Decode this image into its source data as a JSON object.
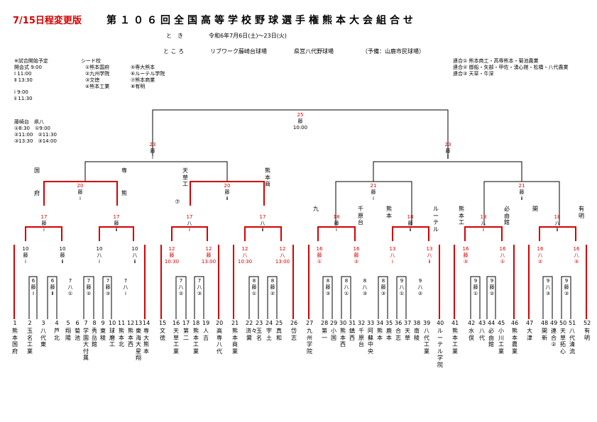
{
  "header": {
    "revision": "7/15日程変更版",
    "title": "第１０６回全国高等学校野球選手権熊本大会組合せ",
    "date_label": "と　き",
    "date_value": "令和6年7月6日(土)～23日(火)",
    "place_label": "と こ ろ",
    "venue1": "リブワーク藤崎台球場",
    "venue2": "県営八代野球場",
    "venue3": "（予備：山鹿市民球場）"
  },
  "schedule_notes": [
    "※試合開始予定",
    "開会式 9:00",
    "Ⅰ  11:00",
    "Ⅱ  13:30",
    "ⅰ  9:00",
    "ⅱ 11:30"
  ],
  "venue_times": [
    "藤崎台　県八",
    "①8:30　①9:00",
    "②11:00　②11:30",
    "③13:30　③14:00"
  ],
  "seeds_title": "シード校",
  "seeds": [
    "①熊本国府",
    "②九州学院",
    "③文徳",
    "④熊本工業",
    "⑤専大熊本",
    "⑥ルーテル学院",
    "⑦熊本商業",
    "⑧有明"
  ],
  "combined_teams": [
    "連合① 熊本商工・高専熊本・菊池農業",
    "連合② 御船・矢部・甲佐・湧心館・松橋・八代農業",
    "連合③ 天草・牛深"
  ],
  "final": {
    "no": "25",
    "venue": "藤",
    "time": "10:00"
  },
  "semis": [
    {
      "no": "23",
      "venue": "藤",
      "slot": "ⅰ"
    },
    {
      "no": "23",
      "venue": "藤",
      "slot": "ⅱ"
    }
  ],
  "teams": [
    {
      "n": "1",
      "name": "熊本国府"
    },
    {
      "n": "2",
      "name": "玉名工業"
    },
    {
      "n": "3",
      "name": "八代東"
    },
    {
      "n": "4",
      "name": "芦北"
    },
    {
      "n": "5",
      "name": "翔陽"
    },
    {
      "n": "6",
      "name": "菊池"
    },
    {
      "n": "7",
      "name": "学園大付属"
    },
    {
      "n": "8",
      "name": "秀岳館"
    },
    {
      "n": "9",
      "name": "東稜"
    },
    {
      "n": "10",
      "name": "球磨工"
    },
    {
      "n": "11",
      "name": "熊本北"
    },
    {
      "n": "12",
      "name": "熊本西"
    },
    {
      "n": "13",
      "name": "東海大星翔"
    },
    {
      "n": "14",
      "name": "専大熊本"
    },
    {
      "n": "15",
      "name": "文徳"
    },
    {
      "n": "16",
      "name": "天草工業"
    },
    {
      "n": "17",
      "name": "第二"
    },
    {
      "n": "18",
      "name": "熊本工業"
    },
    {
      "n": "19",
      "name": "人吉"
    },
    {
      "n": "20",
      "name": "高専八代"
    },
    {
      "n": "21",
      "name": "熊本商業"
    },
    {
      "n": "22",
      "name": "済々黌"
    },
    {
      "n": "23",
      "name": "玉名"
    },
    {
      "n": "24",
      "name": "宇土"
    },
    {
      "n": "25",
      "name": "真和"
    },
    {
      "n": "26",
      "name": "岱志"
    },
    {
      "n": "27",
      "name": "九州学院"
    },
    {
      "n": "28",
      "name": "第一"
    },
    {
      "n": "29",
      "name": "小国"
    },
    {
      "n": "30",
      "name": "熊本西"
    },
    {
      "n": "31",
      "name": "鎮西"
    },
    {
      "n": "32",
      "name": "千原台"
    },
    {
      "n": "33",
      "name": "阿蘇中央"
    },
    {
      "n": "34",
      "name": "熊本"
    },
    {
      "n": "35",
      "name": "鹿本"
    },
    {
      "n": "36",
      "name": "合志"
    },
    {
      "n": "37",
      "name": "天草"
    },
    {
      "n": "38",
      "name": "南稜"
    },
    {
      "n": "39",
      "name": "八代工業"
    },
    {
      "n": "40",
      "name": "ルーテル学院"
    },
    {
      "n": "41",
      "name": "熊本工業"
    },
    {
      "n": "42",
      "name": "水俣"
    },
    {
      "n": "43",
      "name": "八代"
    },
    {
      "n": "44",
      "name": "必由館"
    },
    {
      "n": "45",
      "name": "小川工業"
    },
    {
      "n": "46",
      "name": "熊本農業"
    },
    {
      "n": "47",
      "name": "大津"
    },
    {
      "n": "48",
      "name": "開新"
    },
    {
      "n": "49",
      "name": "連合②"
    },
    {
      "n": "50",
      "name": "天草拓心"
    },
    {
      "n": "51",
      "name": "八代清流"
    },
    {
      "n": "52",
      "name": "有明"
    }
  ],
  "winner_labels": [
    {
      "id": "w-a",
      "text": "国"
    },
    {
      "id": "w-b",
      "text": "専"
    },
    {
      "id": "w-c",
      "text": "天草工"
    },
    {
      "id": "w-d",
      "text": "熊本商"
    },
    {
      "id": "w-e",
      "text": "府"
    },
    {
      "id": "w-f",
      "text": "熊"
    },
    {
      "id": "w-g",
      "text": "⑦"
    },
    {
      "id": "w-h",
      "text": "九"
    },
    {
      "id": "w-i",
      "text": "千原台"
    },
    {
      "id": "w-j",
      "text": "熊本"
    },
    {
      "id": "w-k",
      "text": "ルーテル"
    },
    {
      "id": "w-l",
      "text": "熊本工"
    },
    {
      "id": "w-m",
      "text": "必由館"
    },
    {
      "id": "w-n",
      "text": "開"
    },
    {
      "id": "w-o",
      "text": "有明"
    }
  ],
  "qf": [
    {
      "no": "20",
      "venue": "藤",
      "slot": "ⅰ"
    },
    {
      "no": "20",
      "venue": "藤",
      "slot": "ⅱ"
    },
    {
      "no": "21",
      "venue": "藤",
      "slot": "ⅰ"
    },
    {
      "no": "21",
      "venue": "藤",
      "slot": "ⅱ"
    }
  ],
  "r3": [
    {
      "no": "17",
      "venue": "藤",
      "slot": "ⅰ"
    },
    {
      "no": "17",
      "venue": "藤",
      "slot": "ⅱ"
    },
    {
      "no": "17",
      "venue": "八",
      "slot": "ⅰ"
    },
    {
      "no": "17",
      "venue": "八",
      "slot": "ⅱ"
    },
    {
      "no": "18",
      "venue": "藤",
      "slot": "ⅰ"
    },
    {
      "no": "18",
      "venue": "藤",
      "slot": "ⅱ"
    },
    {
      "no": "18",
      "venue": "八",
      "slot": "ⅰ"
    },
    {
      "no": "18",
      "venue": "八",
      "slot": "ⅱ"
    }
  ],
  "r2": [
    {
      "no": "10",
      "venue": "藤",
      "slot": "ⅰ"
    },
    {
      "no": "10",
      "venue": "藤",
      "slot": "ⅱ"
    },
    {
      "no": "10",
      "venue": "八",
      "slot": "ⅰ"
    },
    {
      "no": "10",
      "venue": "八",
      "slot": "ⅱ"
    },
    {
      "no": "12",
      "venue": "藤",
      "slot": "10:30"
    },
    {
      "no": "12",
      "venue": "藤",
      "slot": "13:00"
    },
    {
      "no": "12",
      "venue": "八",
      "slot": "10:30"
    },
    {
      "no": "12",
      "venue": "八",
      "slot": "13:00"
    },
    {
      "no": "16",
      "venue": "藤",
      "slot": "①"
    },
    {
      "no": "16",
      "venue": "藤",
      "slot": "②"
    },
    {
      "no": "13",
      "venue": "八",
      "slot": "ⅰ"
    },
    {
      "no": "13",
      "venue": "八",
      "slot": "ⅱ"
    },
    {
      "no": "16",
      "venue": "藤",
      "slot": "③"
    },
    {
      "no": "16",
      "venue": "八",
      "slot": "①"
    },
    {
      "no": "16",
      "venue": "八",
      "slot": "②"
    },
    {
      "no": "16",
      "venue": "八",
      "slot": "③"
    }
  ],
  "r1": [
    {
      "no": "6",
      "venue": "藤",
      "slot": "Ⅰ"
    },
    {
      "no": "6",
      "venue": "藤",
      "slot": "Ⅱ"
    },
    {
      "no": "7",
      "venue": "八",
      "slot": "①"
    },
    {
      "no": "7",
      "venue": "藤",
      "slot": "②"
    },
    {
      "no": "7",
      "venue": "藤",
      "slot": "③"
    },
    {
      "no": "7",
      "venue": "八",
      "slot": "ⅰ"
    },
    {
      "no": "7",
      "venue": "八",
      "slot": "②"
    },
    {
      "no": "7",
      "venue": "八",
      "slot": "③"
    },
    {
      "no": "8",
      "venue": "藤",
      "slot": "①"
    },
    {
      "no": "8",
      "venue": "藤",
      "slot": "②"
    },
    {
      "no": "8",
      "venue": "藤",
      "slot": "③"
    },
    {
      "no": "8",
      "venue": "八",
      "slot": "①"
    },
    {
      "no": "8",
      "venue": "八",
      "slot": "③"
    },
    {
      "no": "8",
      "venue": "藤",
      "slot": "③"
    },
    {
      "no": "9",
      "venue": "八",
      "slot": "①"
    },
    {
      "no": "9",
      "venue": "八",
      "slot": "②"
    },
    {
      "no": "9",
      "venue": "藤",
      "slot": "①"
    },
    {
      "no": "9",
      "venue": "藤",
      "slot": "②"
    },
    {
      "no": "9",
      "venue": "八",
      "slot": "③"
    },
    {
      "no": "9",
      "venue": "藤",
      "slot": "③"
    }
  ],
  "colors": {
    "accent_red": "#d40000",
    "line_black": "#000000"
  }
}
